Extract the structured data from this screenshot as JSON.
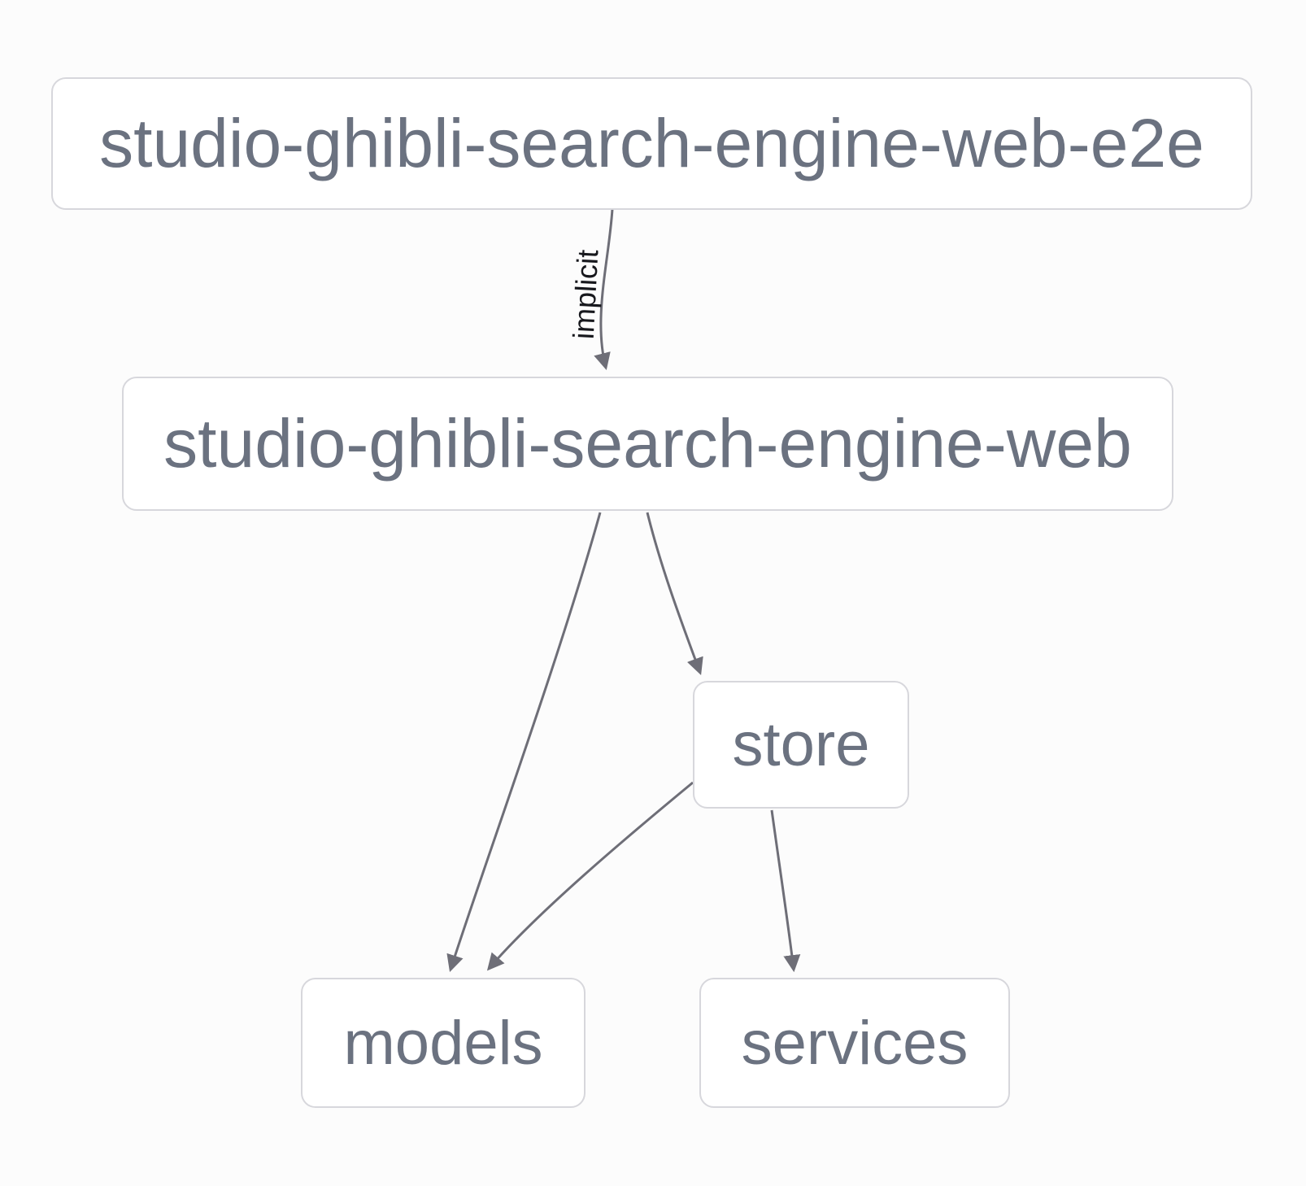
{
  "diagram": {
    "type": "dependency-graph",
    "colors": {
      "canvas-bg": "#fcfcfc",
      "node-bg": "#ffffff",
      "node-border": "#d7d7dc",
      "node-text": "#6b7280",
      "edge-color": "#6e6e77",
      "edge-label-color": "#17181d"
    },
    "nodes": [
      {
        "id": "e2e",
        "label": "studio-ghibli-search-engine-web-e2e"
      },
      {
        "id": "web",
        "label": "studio-ghibli-search-engine-web"
      },
      {
        "id": "store",
        "label": "store"
      },
      {
        "id": "models",
        "label": "models"
      },
      {
        "id": "services",
        "label": "services"
      }
    ],
    "edges": [
      {
        "from": "studio-ghibli-search-engine-web-e2e",
        "to": "studio-ghibli-search-engine-web",
        "label": "implicit"
      },
      {
        "from": "studio-ghibli-search-engine-web",
        "to": "models"
      },
      {
        "from": "studio-ghibli-search-engine-web",
        "to": "store"
      },
      {
        "from": "store",
        "to": "models"
      },
      {
        "from": "store",
        "to": "services"
      }
    ]
  }
}
